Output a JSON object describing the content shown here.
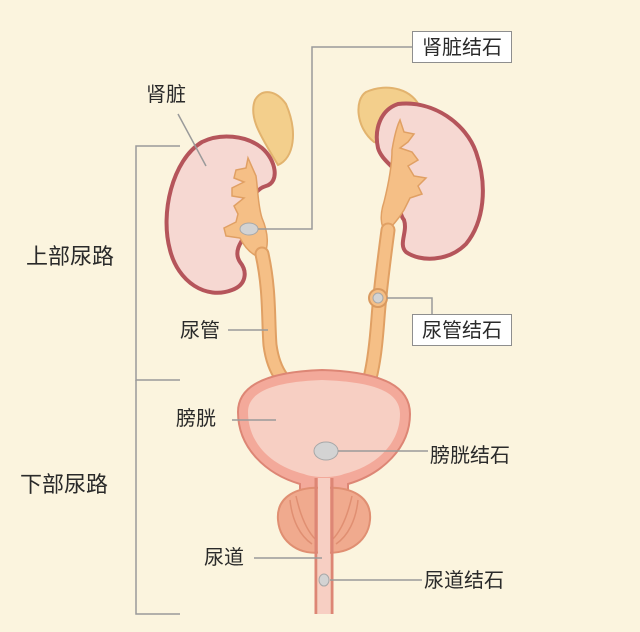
{
  "labels": {
    "kidney": "肾脏",
    "kidney_stone": "肾脏结石",
    "upper_tract": "上部尿路",
    "ureter": "尿管",
    "ureter_stone": "尿管结石",
    "bladder": "膀胱",
    "bladder_stone": "膀胱结石",
    "lower_tract": "下部尿路",
    "urethra": "尿道",
    "urethra_stone": "尿道结石"
  },
  "colors": {
    "background": "#fbf4de",
    "kidney_fill": "#f6d8d2",
    "kidney_outline": "#b5555b",
    "adrenal": "#f3cf8c",
    "ureter": "#f5bf86",
    "bladder_fill": "#f7cfc3",
    "prostate": "#f0aa8e",
    "stone": "#cfcfcf",
    "leader_line": "#9a9a9a"
  }
}
